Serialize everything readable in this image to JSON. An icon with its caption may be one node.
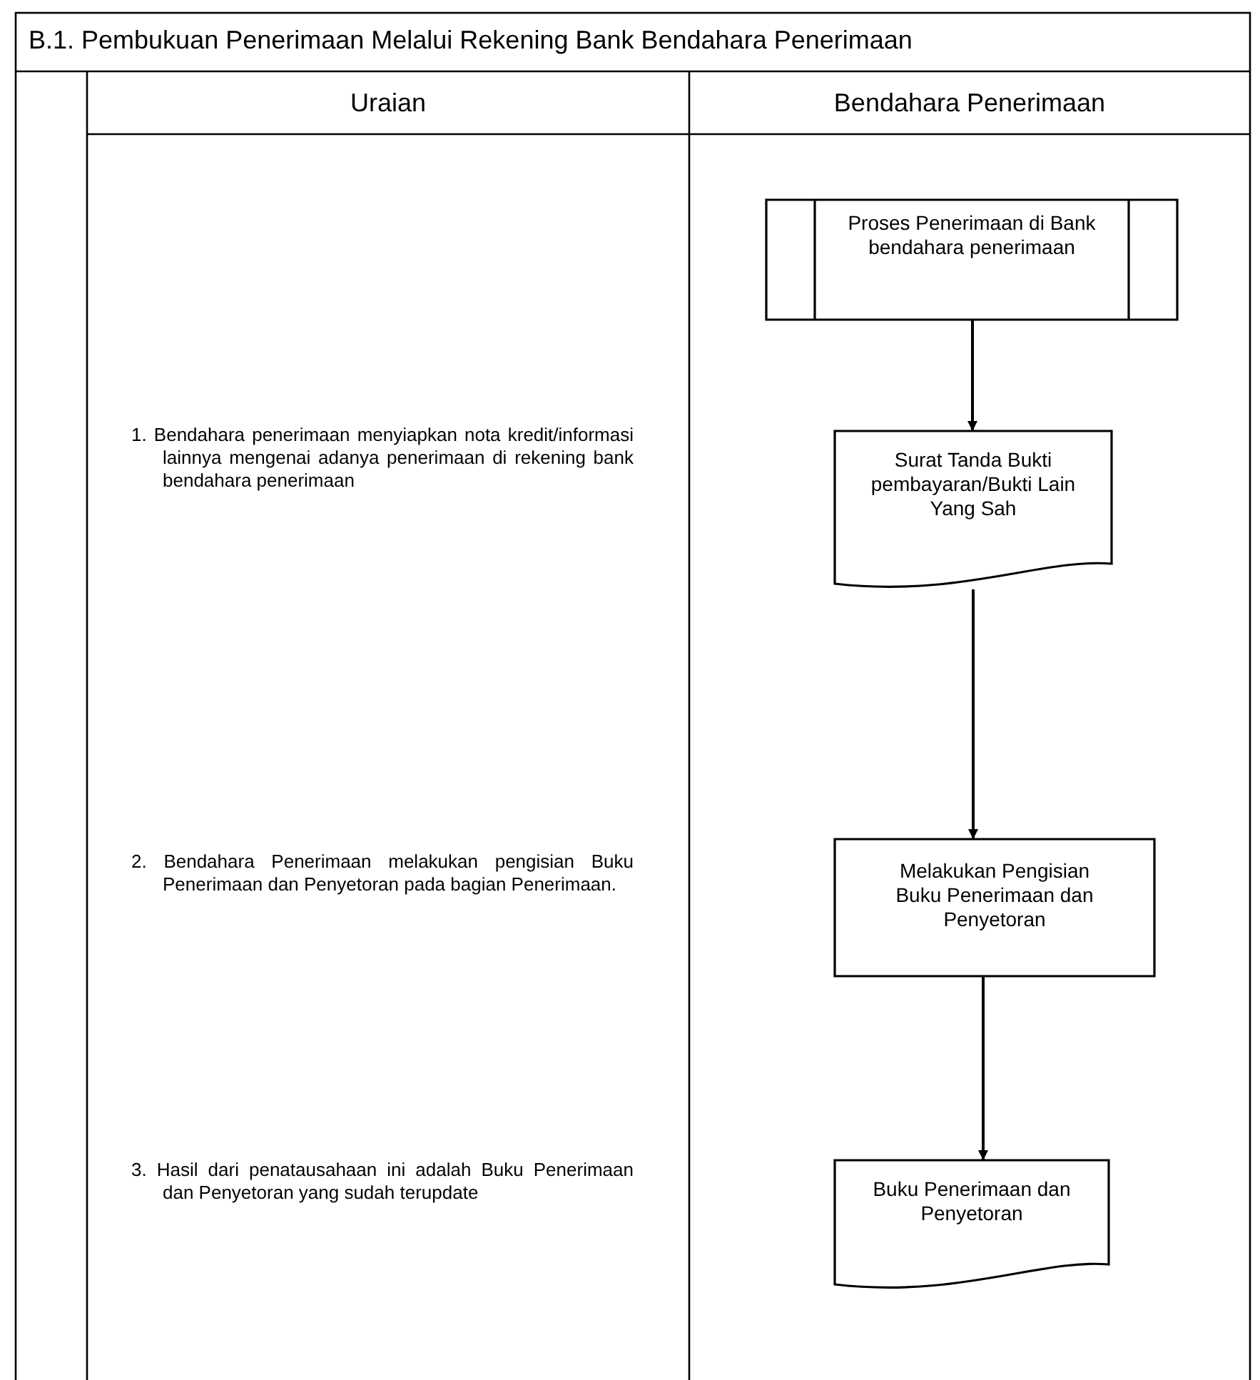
{
  "diagram": {
    "title": "B.1. Pembukuan Penerimaan Melalui Rekening Bank Bendahara Penerimaan",
    "nodes": [
      {
        "text": [
          "Proses Penerimaan di Bank bendahara penerimaan"
        ]
      },
      {
        "text": [
          "Surat Tanda Bukti pembayaran/Bukti Lain Yang Sah"
        ]
      },
      {
        "text": [
          "Melakukan Pengisian Buku Penerimaan dan Penyetoran"
        ]
      },
      {
        "text": [
          "Buku Penerimaan dan Penyetoran"
        ]
      }
    ],
    "edges": [
      {
        "from": 0,
        "to": 1,
        "arrow": "to"
      },
      {
        "from": 1,
        "to": 2,
        "arrow": "to"
      },
      {
        "from": 2,
        "to": 3,
        "arrow": "to"
      }
    ],
    "labels": [
      "Uraian",
      "Bendahara Penerimaan",
      "1. Bendahara penerimaan menyiapkan nota kredit/informasi lainnya mengenai adanya penerimaan di rekening bank bendahara penerimaan",
      "2. Bendahara Penerimaan melakukan pengisian Buku Penerimaan dan Penyetoran pada bagian Penerimaan.",
      "3. Hasil dari penatausahaan ini adalah Buku Penerimaan dan Penyetoran yang sudah terupdate"
    ]
  }
}
